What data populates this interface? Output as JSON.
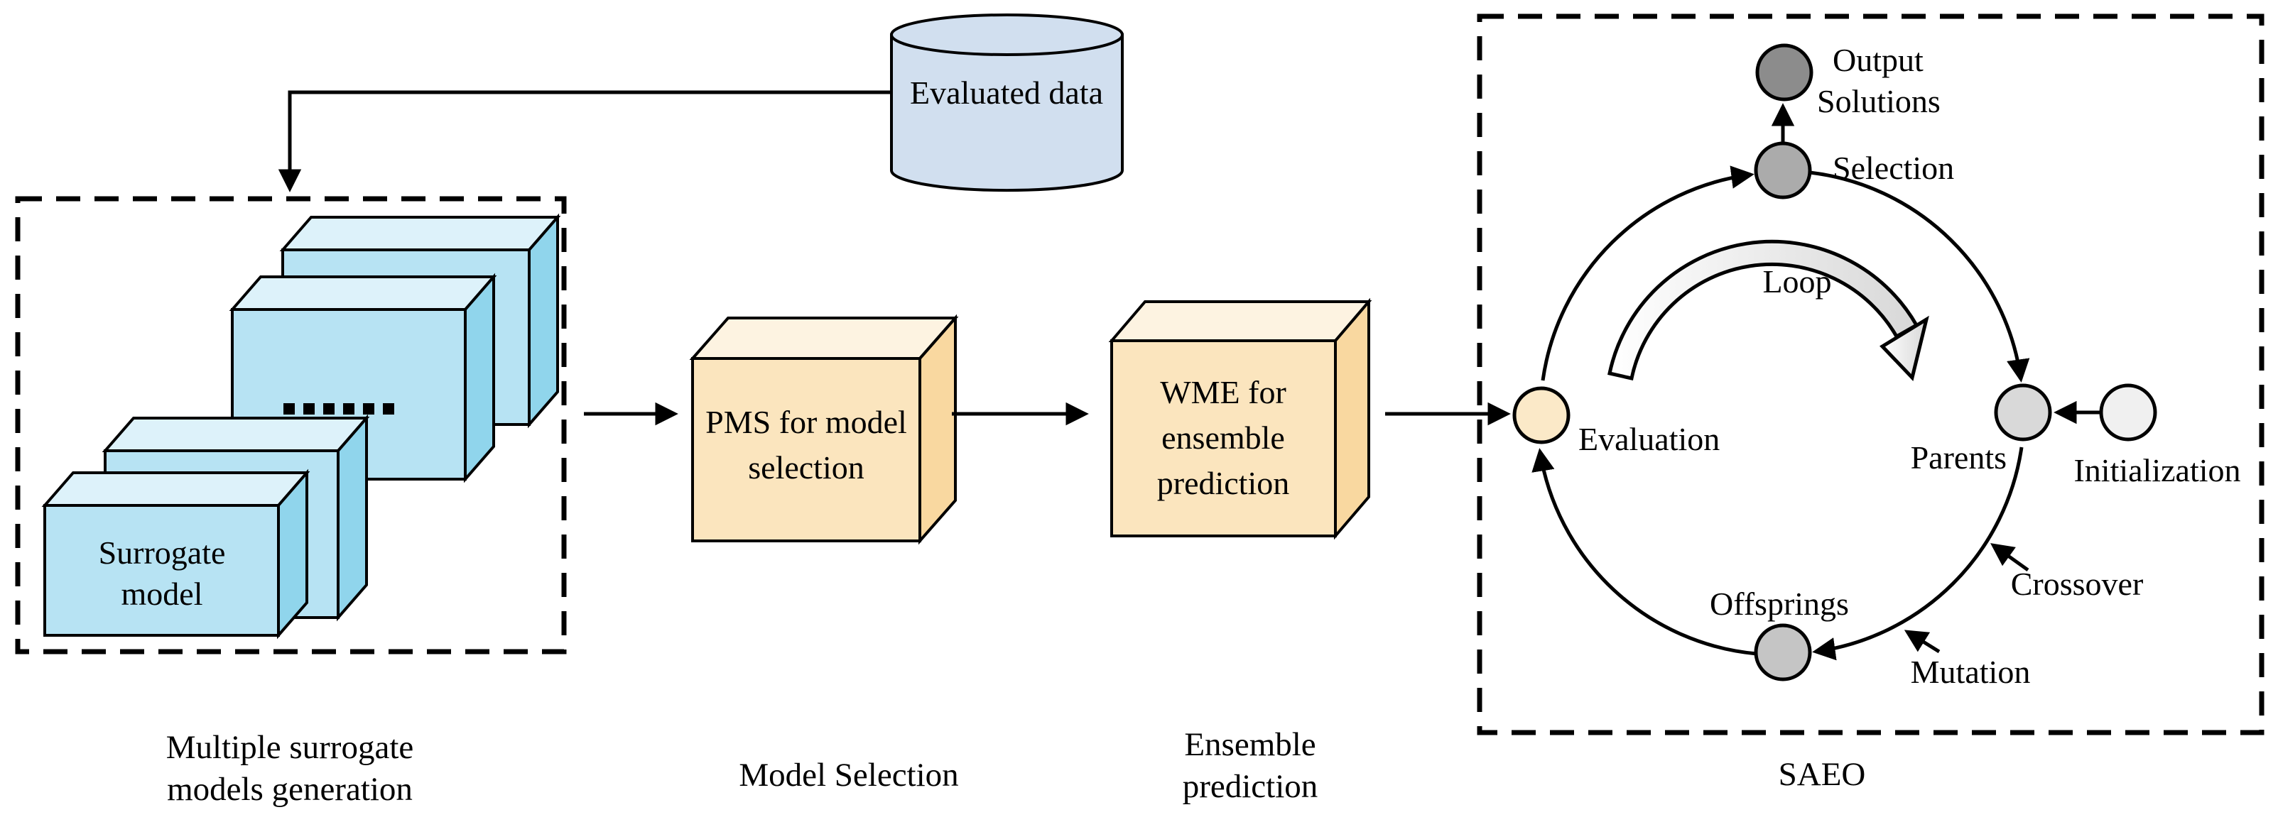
{
  "colors": {
    "blue_front": "#B7E3F3",
    "blue_top": "#DDF2FA",
    "blue_side": "#90D5EC",
    "orange_front": "#FBE5BE",
    "orange_top": "#FDF3E1",
    "orange_side": "#F9D8A0",
    "cylinder": "#D1DFEF",
    "node_output": "#8C8C8C",
    "node_selection": "#ABABAB",
    "node_evaluation": "#FBE9C8",
    "node_parents": "#D9D9D9",
    "node_initialization": "#F0F0F0",
    "node_offsprings": "#C5C5C5",
    "loop_fill_start": "#FFFFFF",
    "loop_fill_end": "#D8D8D8",
    "line": "#000000"
  },
  "datastore": {
    "label": "Evaluated data"
  },
  "generation": {
    "box_line1": "Surrogate",
    "box_line2": "model",
    "dots": "......",
    "caption_line1": "Multiple surrogate",
    "caption_line2": "models generation"
  },
  "selection_stage": {
    "box_line1": "PMS for model",
    "box_line2": "selection",
    "caption": "Model Selection"
  },
  "ensemble_stage": {
    "box_line1": "WME for",
    "box_line2": "ensemble",
    "box_line3": "prediction",
    "caption_line1": "Ensemble",
    "caption_line2": "prediction"
  },
  "saeo": {
    "caption": "SAEO",
    "loop_label": "Loop",
    "nodes": {
      "output_line1": "Output",
      "output_line2": "Solutions",
      "selection": "Selection",
      "evaluation": "Evaluation",
      "parents": "Parents",
      "initialization": "Initialization",
      "offsprings": "Offsprings"
    },
    "operators": {
      "crossover": "Crossover",
      "mutation": "Mutation"
    }
  }
}
